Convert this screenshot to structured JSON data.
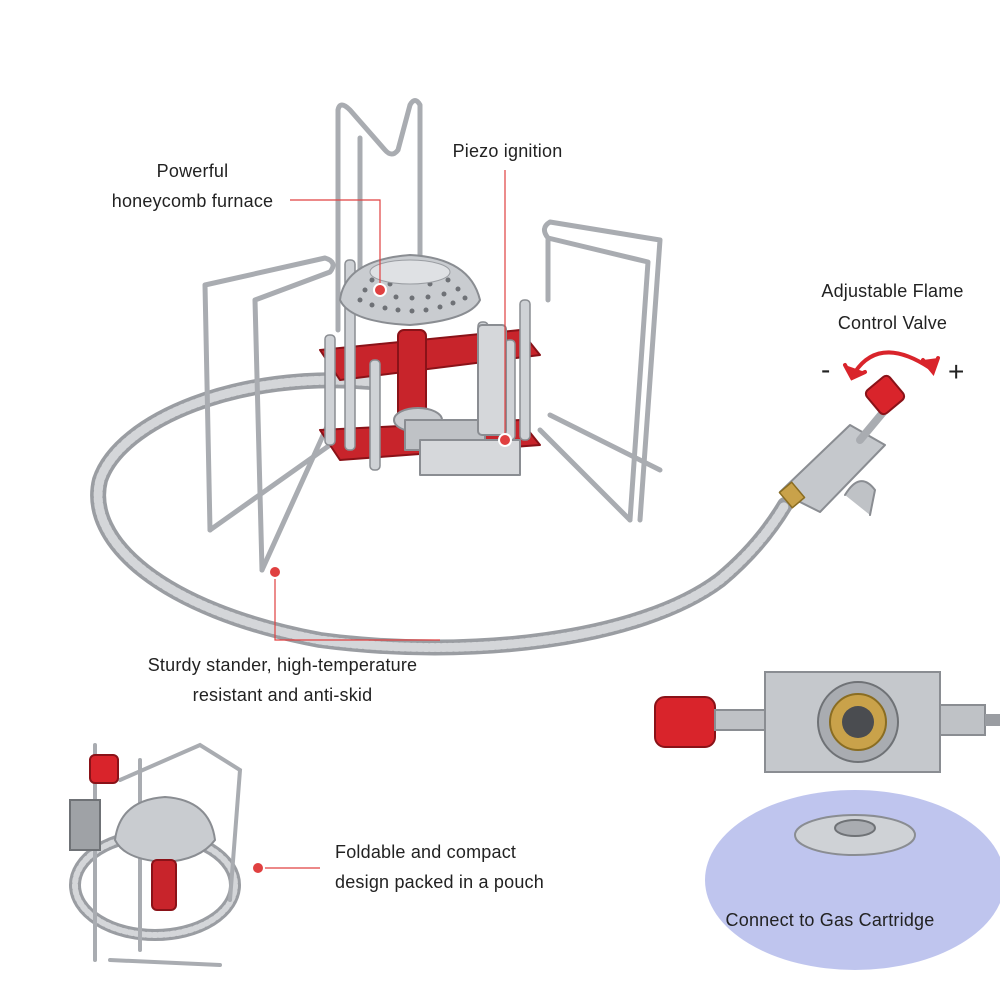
{
  "colors": {
    "accent": "#d9242b",
    "leader": "#e04040",
    "steel": "#b9bcc0",
    "steel_dark": "#8a8d92",
    "brass": "#c9a24a",
    "cartridge_blue": "#6f7fd6"
  },
  "labels": {
    "furnace": [
      "Powerful",
      "honeycomb furnace"
    ],
    "piezo": "Piezo ignition",
    "valve": [
      "Adjustable Flame",
      "Control Valve"
    ],
    "minus": "-",
    "plus": "+",
    "stander": [
      "Sturdy stander, high-temperature",
      "resistant and anti-skid"
    ],
    "foldable": [
      "Foldable and compact",
      "design packed in a pouch"
    ],
    "cartridge": "Connect to Gas Cartridge"
  },
  "icons": {
    "rotation": "rotate-arrow-icon",
    "callout_dot": "callout-dot-icon"
  }
}
